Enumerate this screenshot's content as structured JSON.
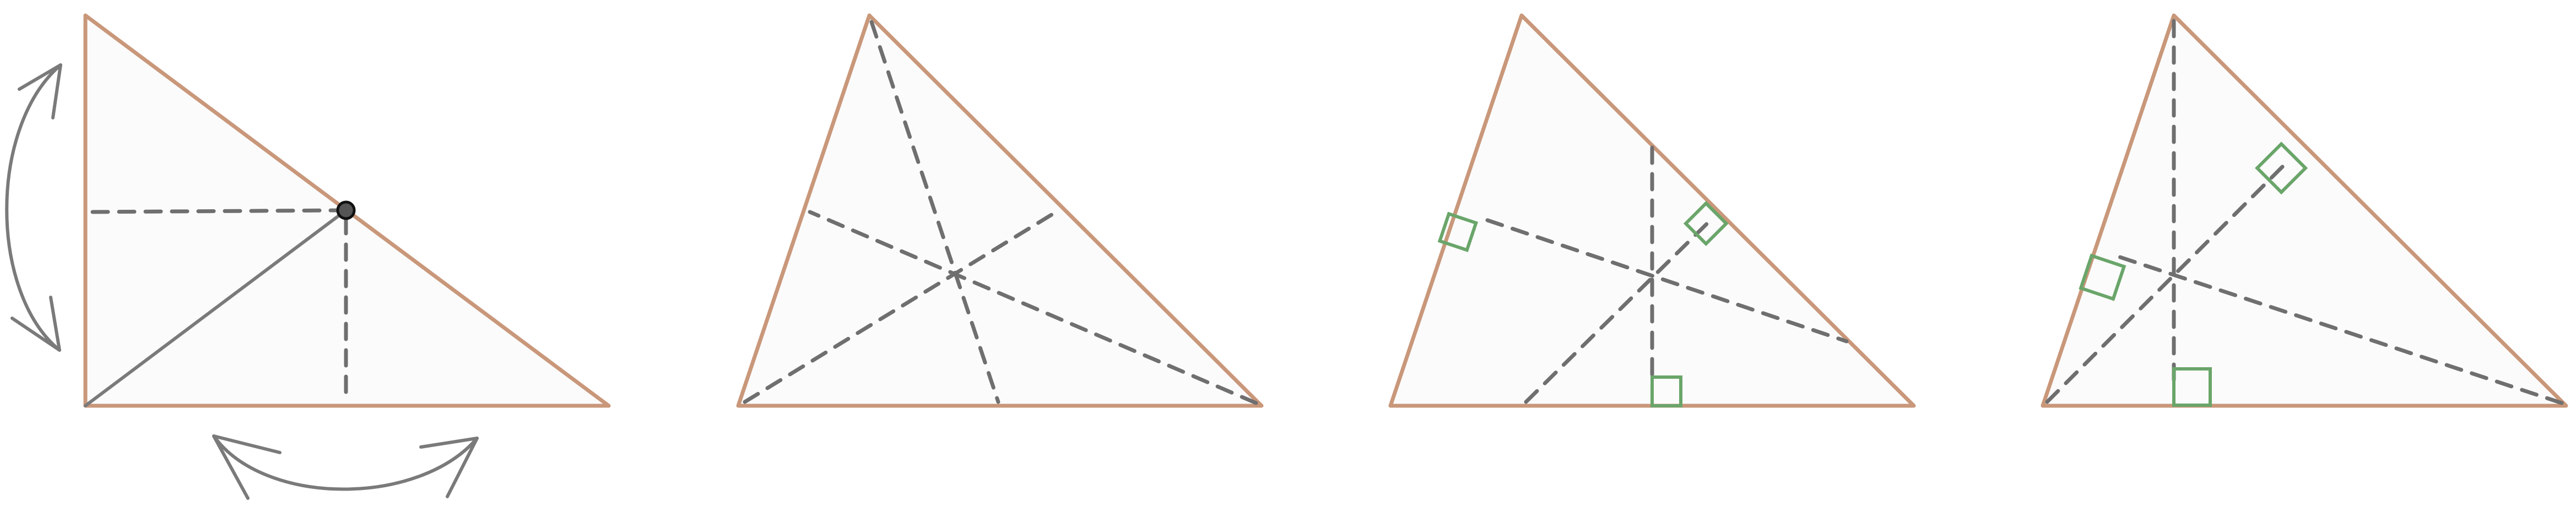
{
  "figures": [
    {
      "id": "folding",
      "description_visible": ""
    },
    {
      "id": "medians"
    },
    {
      "id": "perpendicular-bisectors"
    },
    {
      "id": "altitudes"
    }
  ],
  "colors": {
    "triangle_stroke": "#c9977a",
    "triangle_fill": "#fbfbfb",
    "construction_lines": "#6f6f6f",
    "right_angle_marks": "#6aa56a"
  }
}
